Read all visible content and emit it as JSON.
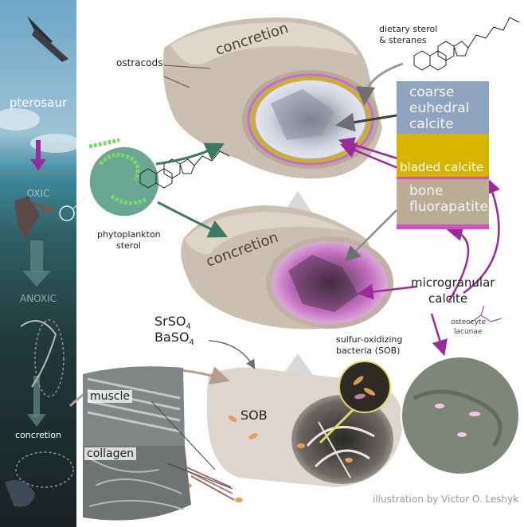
{
  "sidebar": {
    "pterosaur": "pterosaur",
    "oxic": "OXIC",
    "anoxic": "ANOXIC",
    "concretion": "concretion"
  },
  "labels": {
    "ostracods": "ostracods",
    "concretion_top": "concretion",
    "concretion_middle": "concretion",
    "dietary_sterol_line1": "dietary sterol",
    "dietary_sterol_line2": "& steranes",
    "phytoplankton_line1": "phytoplankton",
    "phytoplankton_line2": "sterol",
    "microgranular_line1": "microgranular",
    "microgranular_line2": "calcite",
    "srso4": "SrSO",
    "srso4_sub": "4",
    "baso4": "BaSO",
    "baso4_sub": "4",
    "sob_line1": "sulfur-oxidizing",
    "sob_line2": "bacteria (SOB)",
    "sob": "SOB",
    "osteocyte_line1": "osteocyte",
    "osteocyte_line2": "lacunae",
    "muscle": "muscle",
    "collagen": "collagen",
    "credit": "illustration by Victor O. Leshyk"
  },
  "layers": {
    "coarse_line1": "coarse",
    "coarse_line2": "euhedral",
    "coarse_line3": "calcite",
    "bladed": "bladed calcite",
    "bone_line1": "bone",
    "bone_line2": "fluorapatite"
  },
  "colors": {
    "sky": "#7fb2cc",
    "deep_water": "#1e3a3c",
    "arrow_purple": "#9b2b9a",
    "arrow_green": "#3d7a66",
    "bladed_yellow": "#d6b400",
    "coarse_blue": "#8fa5bf",
    "bone_tan": "#b9ad96",
    "pink_rim": "#d24fc9",
    "concretion": "#c9bcae"
  }
}
